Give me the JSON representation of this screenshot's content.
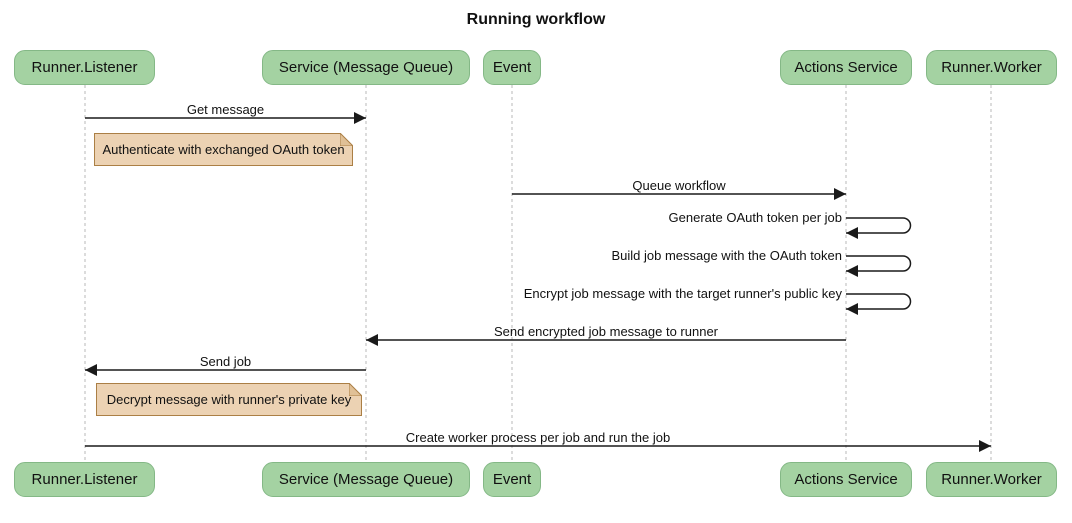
{
  "title": "Running workflow",
  "diagram_type": "sequence-diagram",
  "participants": [
    {
      "label": "Runner.Listener"
    },
    {
      "label": "Service (Message Queue)"
    },
    {
      "label": "Event"
    },
    {
      "label": "Actions Service"
    },
    {
      "label": "Runner.Worker"
    }
  ],
  "messages": [
    {
      "from": "Runner.Listener",
      "to": "Service (Message Queue)",
      "label": "Get message"
    },
    {
      "from": "Event",
      "to": "Actions Service",
      "label": "Queue workflow"
    },
    {
      "from": "Actions Service",
      "to": "Actions Service",
      "label": "Generate OAuth token per job"
    },
    {
      "from": "Actions Service",
      "to": "Actions Service",
      "label": "Build job message with the OAuth token"
    },
    {
      "from": "Actions Service",
      "to": "Actions Service",
      "label": "Encrypt job message with the target runner's public key"
    },
    {
      "from": "Actions Service",
      "to": "Service (Message Queue)",
      "label": "Send encrypted job message to runner"
    },
    {
      "from": "Service (Message Queue)",
      "to": "Runner.Listener",
      "label": "Send job"
    },
    {
      "from": "Runner.Listener",
      "to": "Runner.Worker",
      "label": "Create worker process per job and run the job"
    }
  ],
  "notes": [
    {
      "over": "Runner.Listener",
      "label": "Authenticate with exchanged OAuth token"
    },
    {
      "over": "Runner.Listener",
      "label": "Decrypt message with runner's private key"
    }
  ],
  "colors": {
    "participant_fill": "#a4d2a2",
    "participant_border": "#84b886",
    "note_fill": "#ecd2b3",
    "note_border": "#ab7f45",
    "note_fold": "#e0c096",
    "lifeline": "#b8b8b8",
    "arrow": "#1a1a1a",
    "text": "#111111",
    "background": "#ffffff"
  }
}
